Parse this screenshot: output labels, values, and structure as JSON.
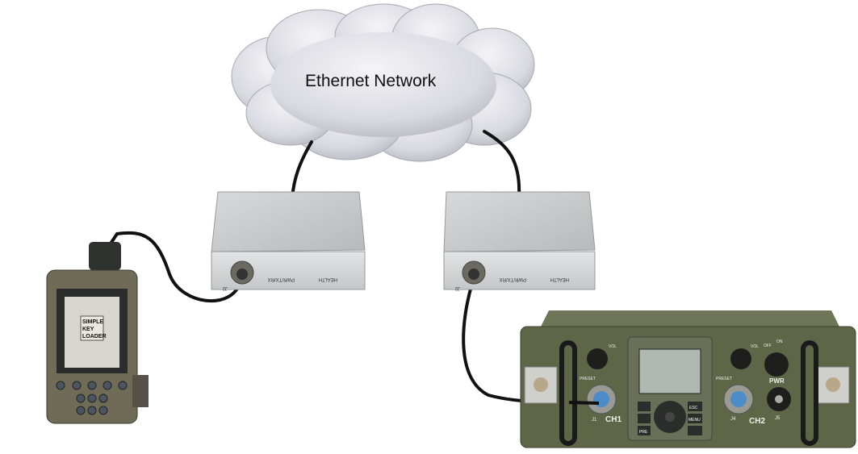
{
  "cloud": {
    "label": "Ethernet Network"
  },
  "gateways": [
    {
      "connector_label": "J2",
      "led1": "PWR/TX/RX",
      "led2": "HEALTH"
    },
    {
      "connector_label": "J2",
      "led1": "PWR/TX/RX",
      "led2": "HEALTH"
    }
  ],
  "handheld": {
    "screen_app": [
      "SIMPLE",
      "KEY",
      "LOADER"
    ]
  },
  "radio": {
    "ch1": "CH1",
    "ch2": "CH2",
    "j1": "J1",
    "j4": "J4",
    "j5": "J5",
    "pwr": "PWR",
    "off": "OFF",
    "on": "ON",
    "preset": "PRESET",
    "vol": "VOL",
    "esc": "ESC",
    "menu": "MENU",
    "pre": "PRE"
  },
  "colors": {
    "cable": "#111111",
    "olive": "#5d6748",
    "handheld": "#6f6b56",
    "metal": "#c9cbcc"
  }
}
